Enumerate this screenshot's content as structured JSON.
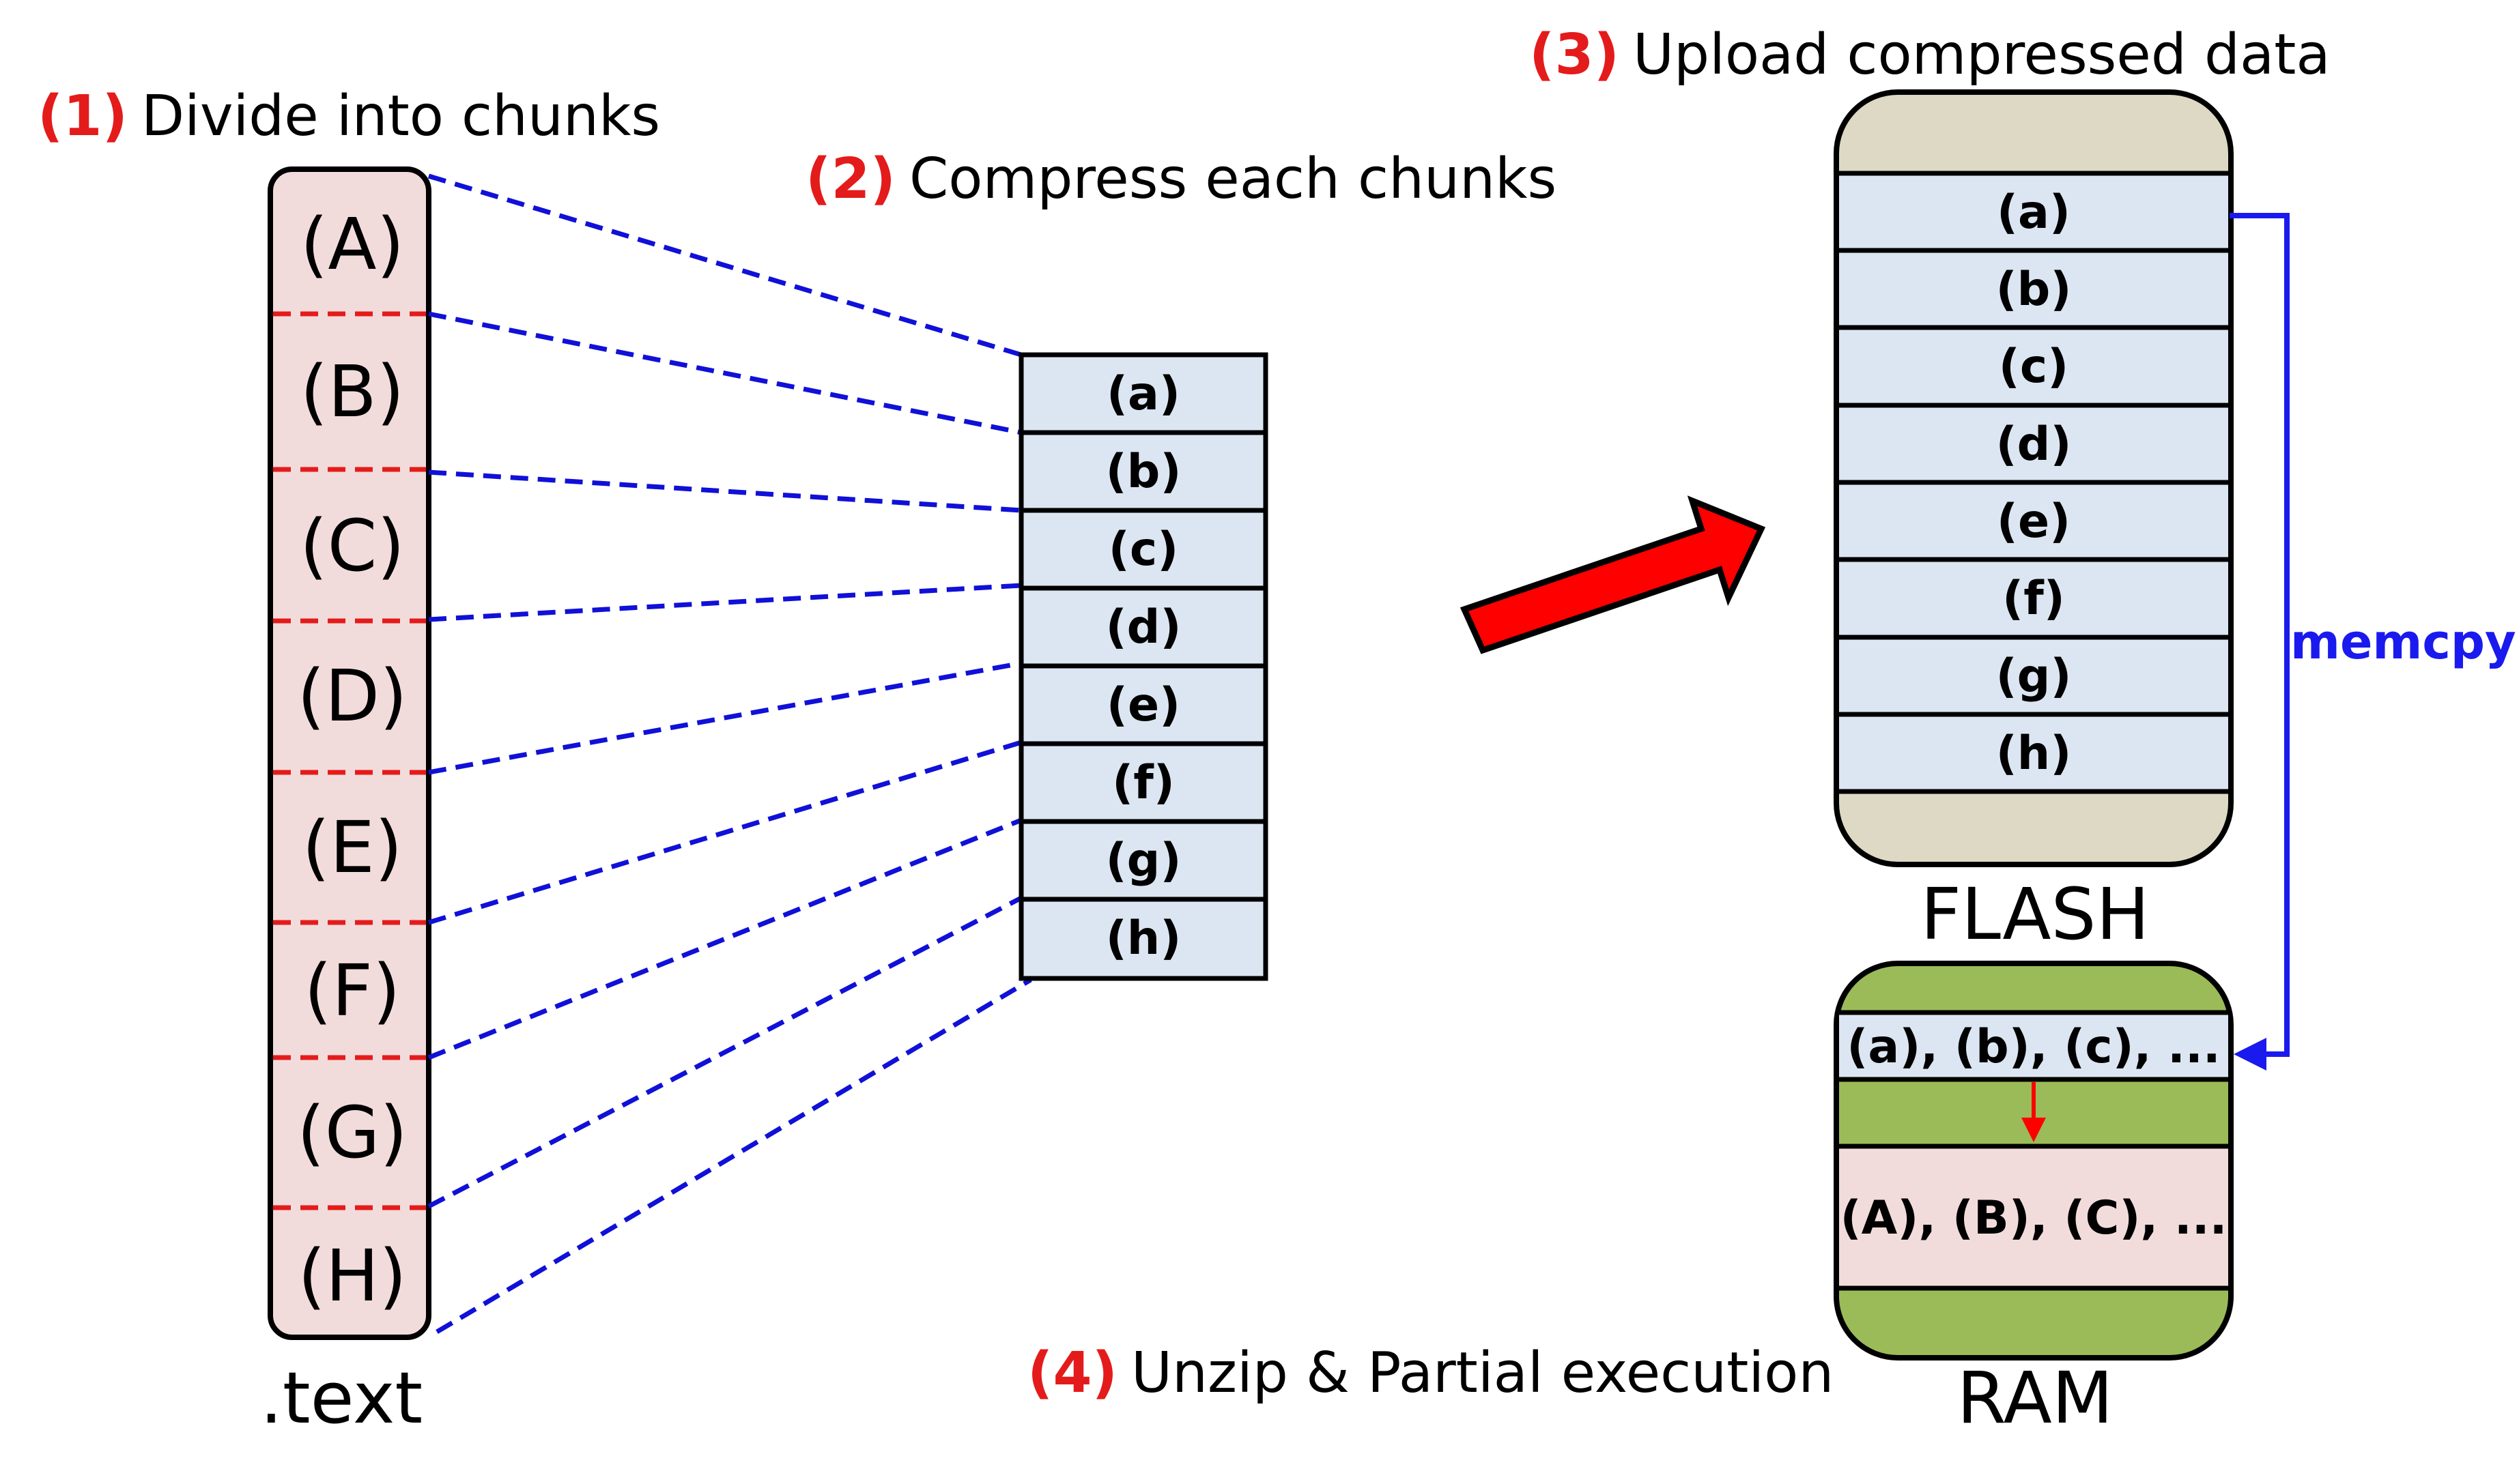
{
  "steps": [
    {
      "num": "(1)",
      "text": "Divide into chunks"
    },
    {
      "num": "(2)",
      "text": "Compress each chunks"
    },
    {
      "num": "(3)",
      "text": "Upload compressed data"
    },
    {
      "num": "(4)",
      "text": "Unzip & Partial execution"
    }
  ],
  "text_section": {
    "label": ".text",
    "chunks": [
      "(A)",
      "(B)",
      "(C)",
      "(D)",
      "(E)",
      "(F)",
      "(G)",
      "(H)"
    ]
  },
  "compressed": {
    "chunks": [
      "(a)",
      "(b)",
      "(c)",
      "(d)",
      "(e)",
      "(f)",
      "(g)",
      "(h)"
    ]
  },
  "flash": {
    "label": "FLASH",
    "chunks": [
      "(a)",
      "(b)",
      "(c)",
      "(d)",
      "(e)",
      "(f)",
      "(g)",
      "(h)"
    ]
  },
  "ram": {
    "label": "RAM",
    "compressed_row": "(a), (b), (c), ...",
    "decompressed_row": "(A), (B), (C), ..."
  },
  "memcpy_label": "memcpy",
  "colors": {
    "step_number": "#e41b1b",
    "text_fill": "#f2dcdb",
    "chunk_fill": "#dce6f2",
    "flash_fill": "#ddd9c4",
    "ram_fill": "#9bbb59",
    "dashed_blue": "#1010d8",
    "memcpy_blue": "#1a1aee",
    "arrow_red": "#ff0000"
  }
}
